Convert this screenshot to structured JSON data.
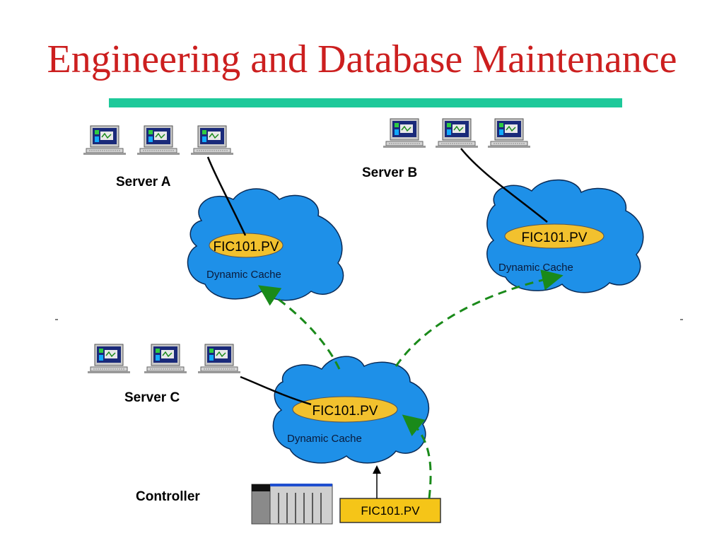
{
  "title": "Engineering and Database Maintenance",
  "colors": {
    "title": "#cc1f1f",
    "rule": "#1ec99a",
    "cache_cloud": "#1e90e8",
    "pv_tag": "#f2c12e",
    "data_flow_arrow": "#1a8a1a",
    "link": "#000000",
    "controller_box": "#f5c518"
  },
  "servers": [
    {
      "label": "Server A",
      "workstations": 3
    },
    {
      "label": "Server B",
      "workstations": 3
    },
    {
      "label": "Server C",
      "workstations": 3
    }
  ],
  "caches": [
    {
      "server": "Server A",
      "tag": "FIC101.PV",
      "caption": "Dynamic Cache"
    },
    {
      "server": "Server B",
      "tag": "FIC101.PV",
      "caption": "Dynamic Cache"
    },
    {
      "server": "Server C",
      "tag": "FIC101.PV",
      "caption": "Dynamic Cache"
    }
  ],
  "controller": {
    "label": "Controller",
    "tag": "FIC101.PV"
  },
  "icons": {
    "workstation": "workstation-icon",
    "controller": "plc-rack-icon"
  }
}
